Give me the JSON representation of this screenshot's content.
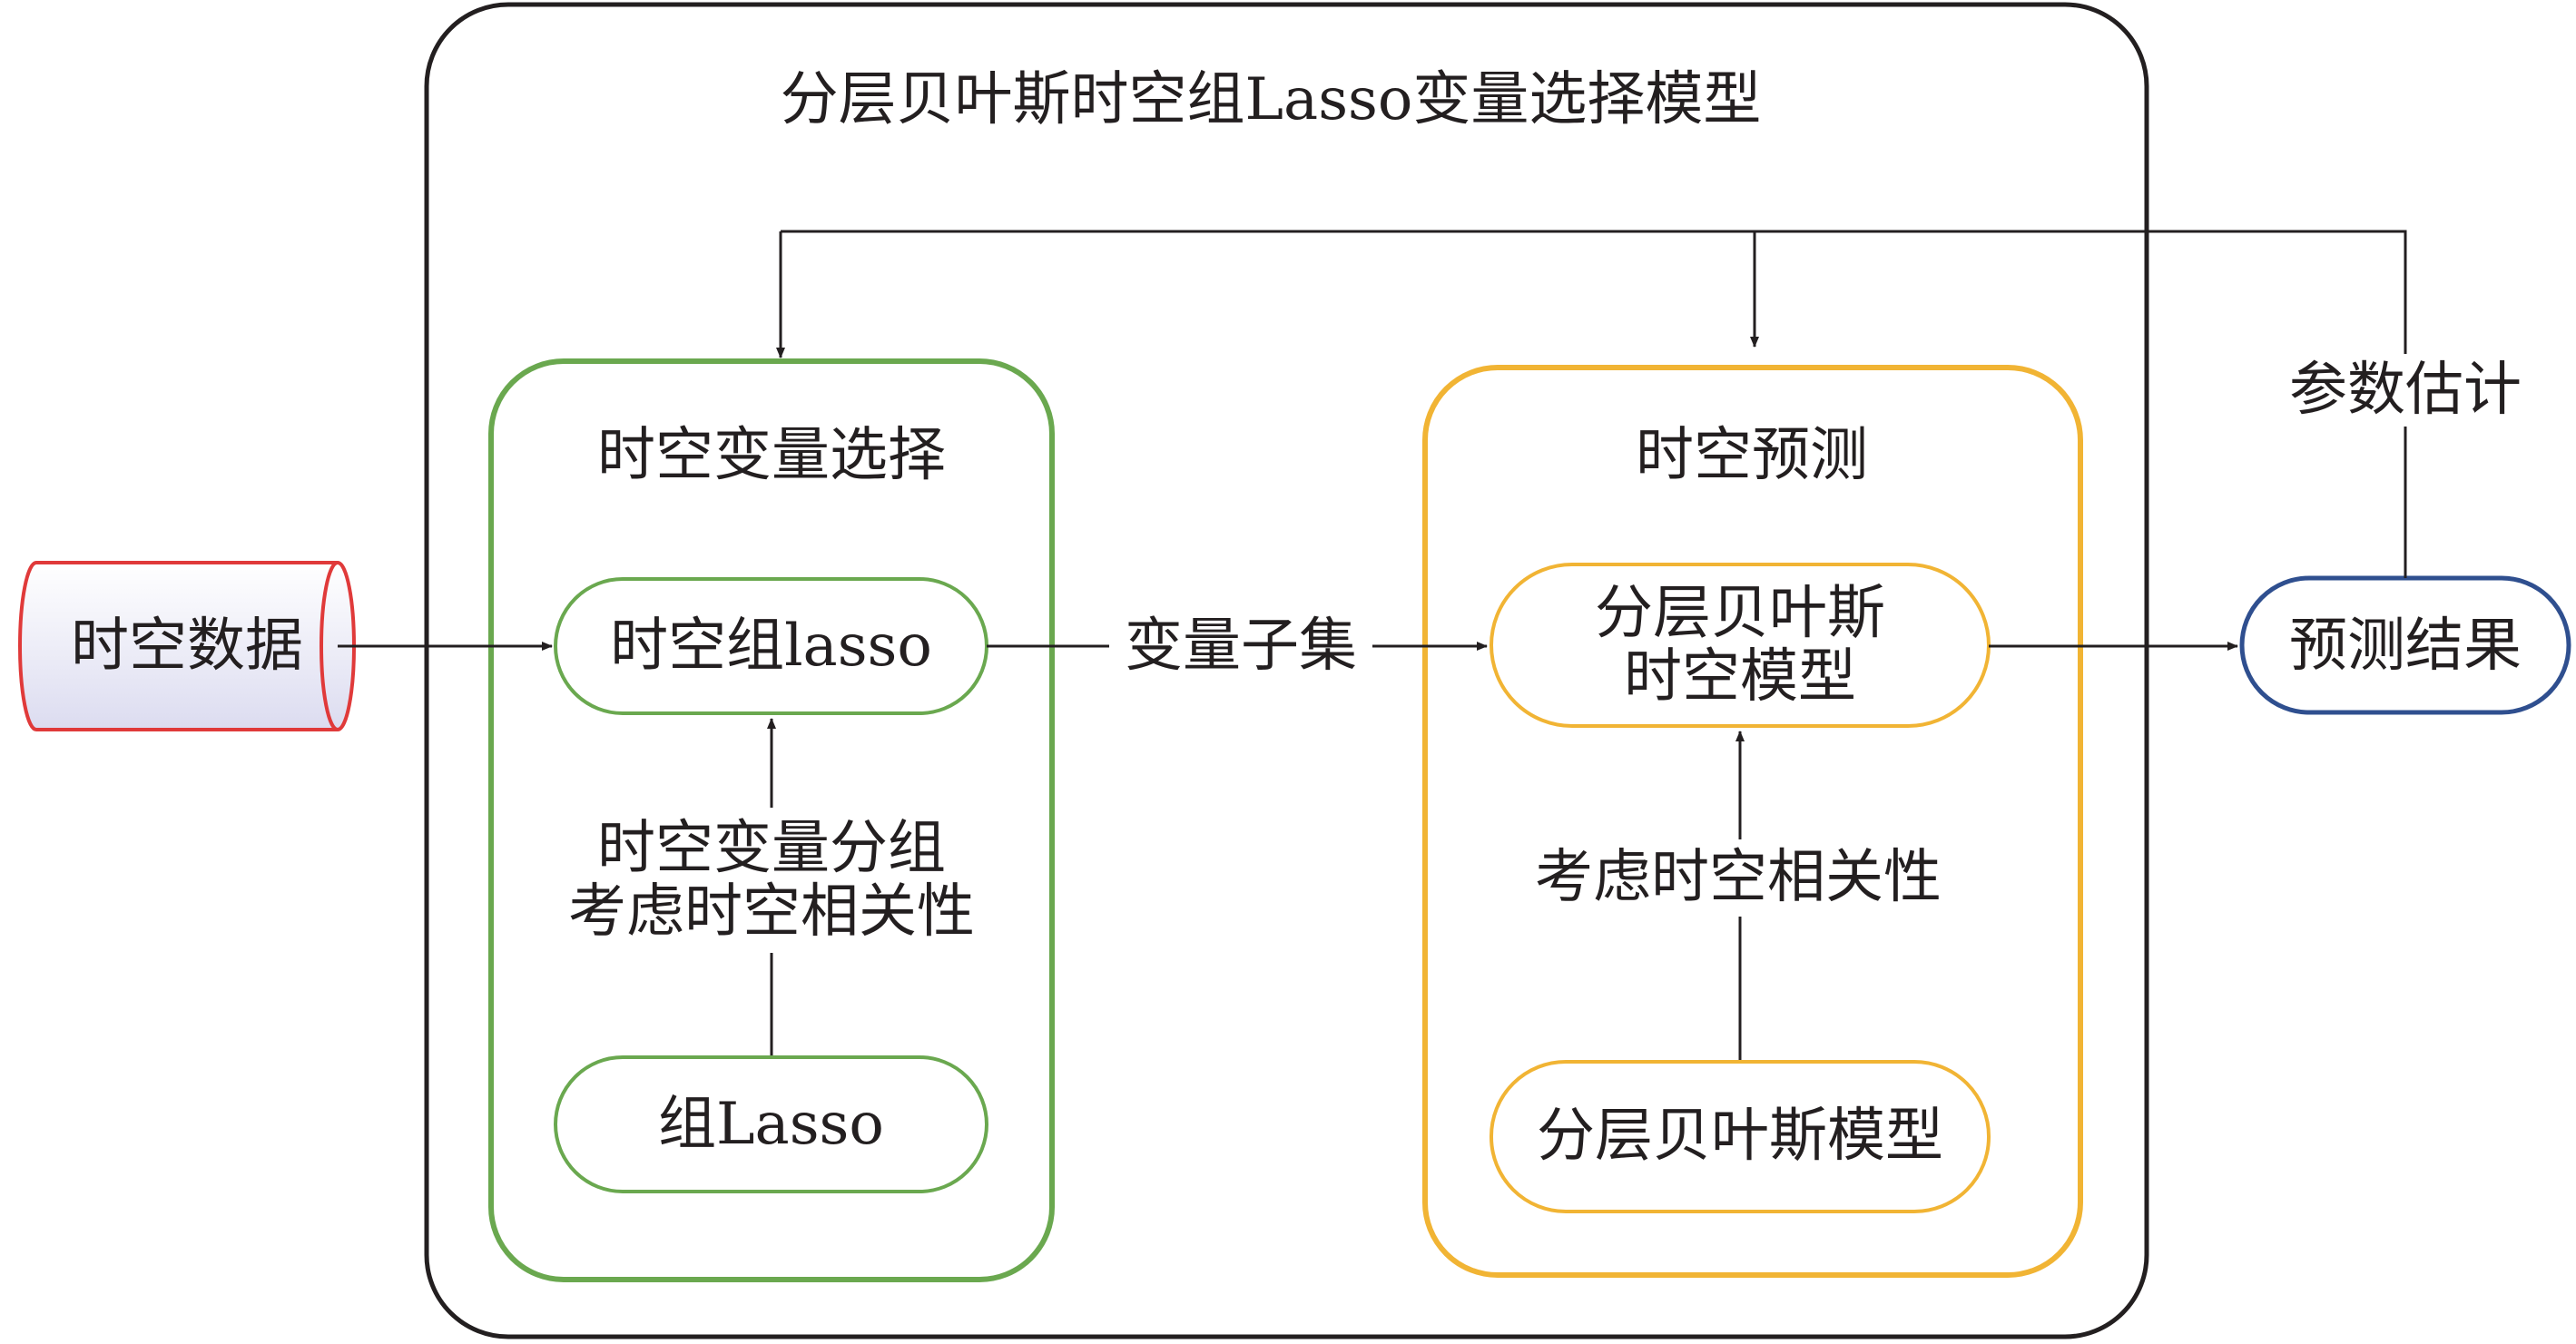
{
  "diagram": {
    "title": "分层贝叶斯时空组Lasso变量选择模型",
    "input": "时空数据",
    "variable_selection": {
      "label": "时空变量选择",
      "group_lasso": "组Lasso",
      "grouping_note": "时空变量分组\n考虑时空相关性",
      "st_group_lasso": "时空组lasso"
    },
    "edge_subset": "变量子集",
    "prediction": {
      "label": "时空预测",
      "hb_model": "分层贝叶斯模型",
      "correlation_note": "考虑时空相关性",
      "hb_st_model": "分层贝叶斯\n时空模型"
    },
    "output": "预测结果",
    "feedback": "参数估计",
    "colors": {
      "outer": "#231f20",
      "selection": "#6aa84f",
      "prediction": "#f1b434",
      "input": "#e03a3a",
      "output": "#2f4f8f"
    }
  }
}
